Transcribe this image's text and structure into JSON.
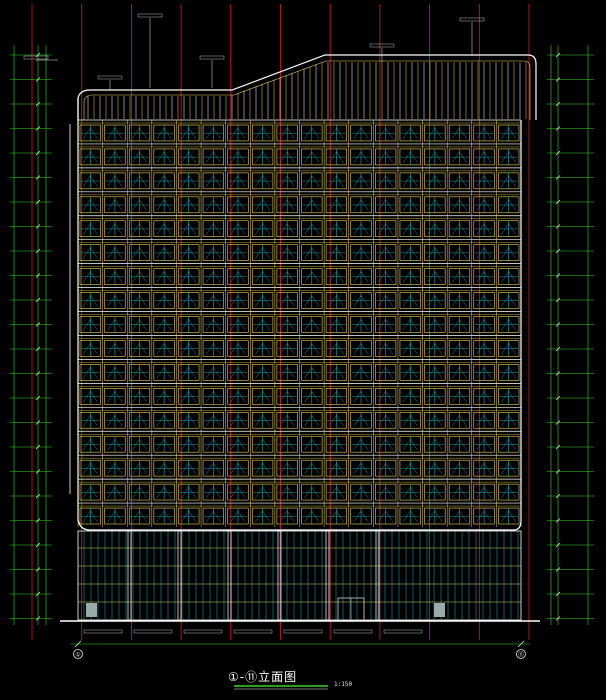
{
  "drawing": {
    "title": "①-⑪立面图",
    "scale": "1:150",
    "axis_left": "①",
    "axis_right": "⑪",
    "colors": {
      "background": "#000000",
      "axis_line": "#d81b2a",
      "outline": "#ffffff",
      "window_frame": "#f2d25c",
      "glazing": "#27c6d9",
      "dimension": "#38d62f",
      "annotation": "#e6e6e6",
      "entrance_door": "#bfbfbf",
      "base_block": "#9aa9a9"
    },
    "facade": {
      "tower_floors": 17,
      "podium_floors": 4,
      "window_bays": 18,
      "structural_axes": 11
    }
  }
}
